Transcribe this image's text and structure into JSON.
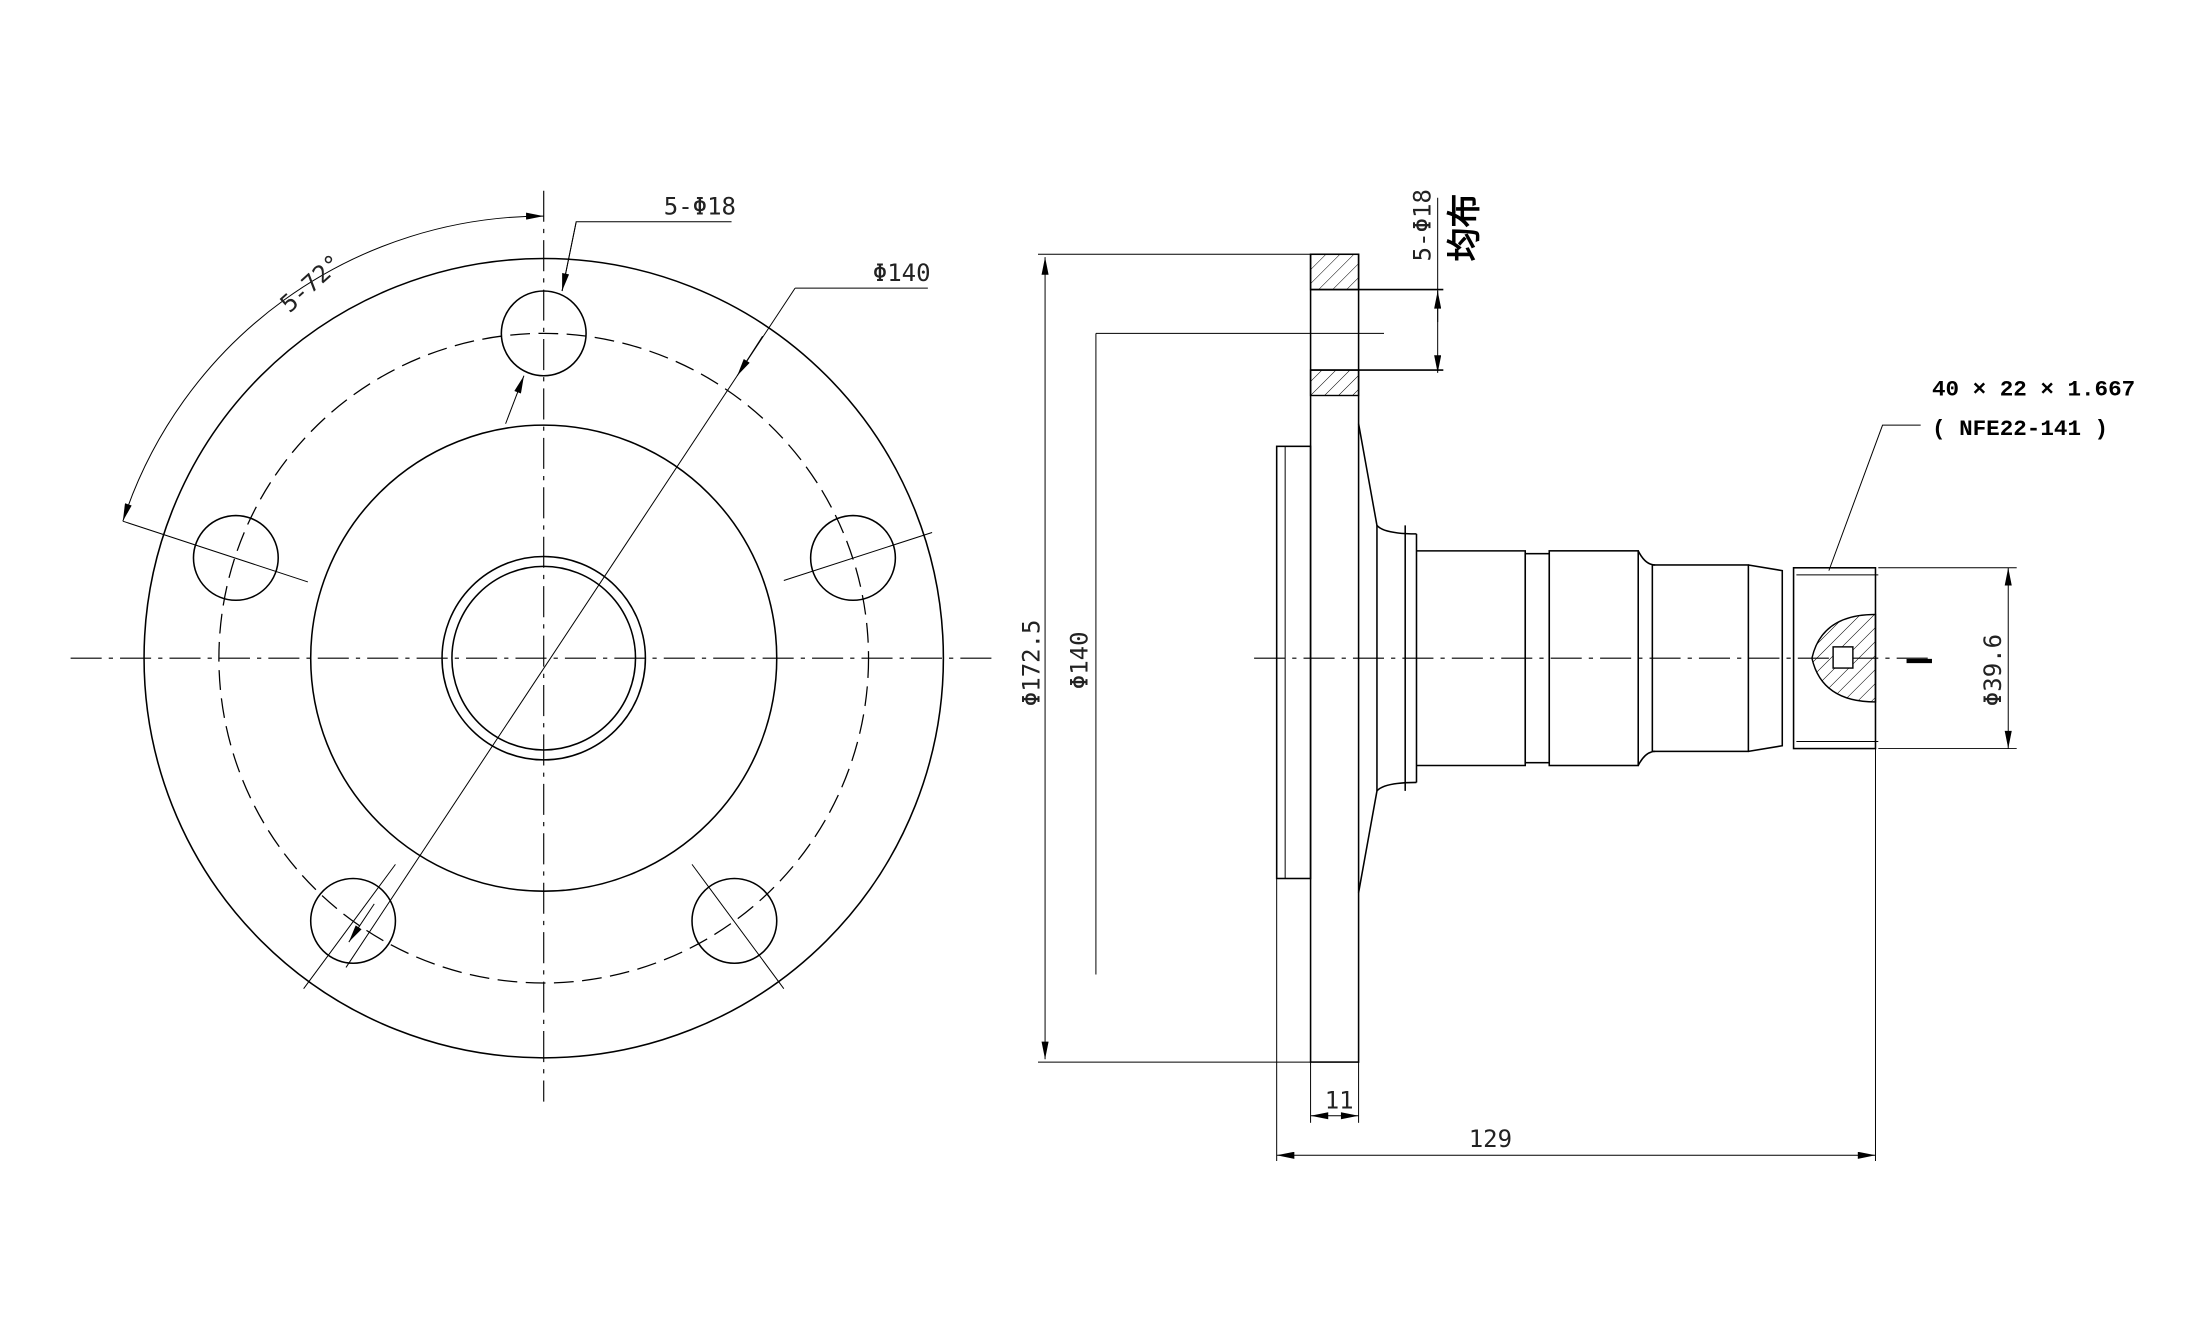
{
  "front_view": {
    "angle_label": "5-72°",
    "holes_label": "5-Φ18",
    "pcd_label": "Φ140"
  },
  "side_view": {
    "outer_dia_label": "Φ172.5",
    "pcd_label": "Φ140",
    "holes_label": "5-Φ18",
    "distribution_label": "均布",
    "thread_spec": "40 × 22 × 1.667",
    "thread_standard": "( NFE22-141 )",
    "thread_dia_label": "Φ39.6",
    "flange_thickness_label": "11",
    "overall_length_label": "129"
  }
}
